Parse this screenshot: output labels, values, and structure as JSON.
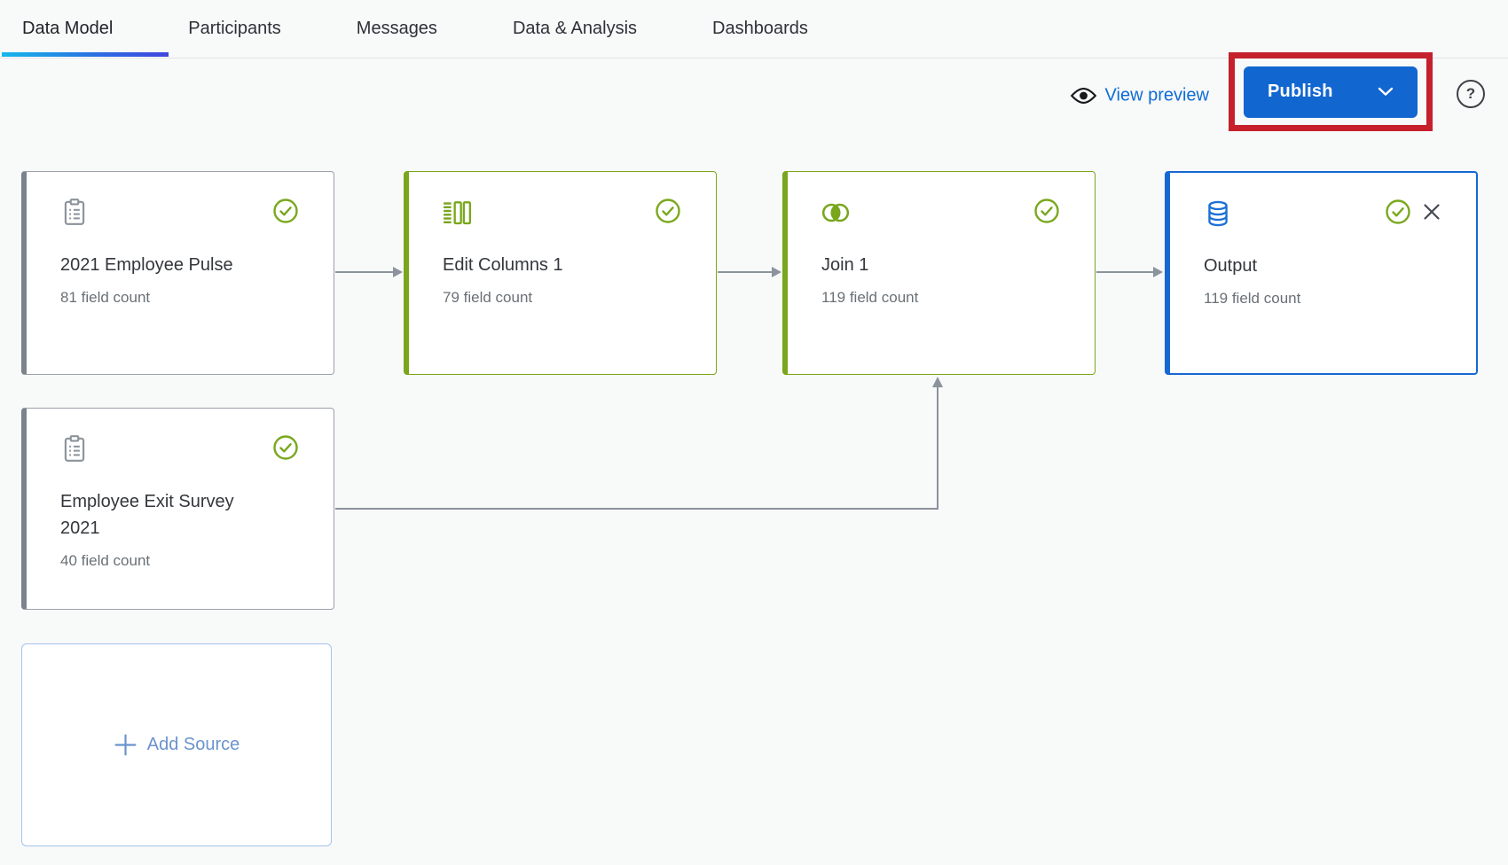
{
  "nav": {
    "tabs": [
      {
        "label": "Data Model",
        "active": true
      },
      {
        "label": "Participants",
        "active": false
      },
      {
        "label": "Messages",
        "active": false
      },
      {
        "label": "Data & Analysis",
        "active": false
      },
      {
        "label": "Dashboards",
        "active": false
      }
    ]
  },
  "toolbar": {
    "view_preview": "View preview",
    "publish": "Publish",
    "help": "?"
  },
  "canvas": {
    "nodes": [
      {
        "type": "survey-source",
        "title": "2021 Employee Pulse",
        "subtitle": "81 field count",
        "status": "complete"
      },
      {
        "type": "edit-columns",
        "title": "Edit Columns 1",
        "subtitle": "79 field count",
        "status": "complete"
      },
      {
        "type": "join",
        "title": "Join 1",
        "subtitle": "119 field count",
        "status": "complete"
      },
      {
        "type": "output",
        "title": "Output",
        "subtitle": "119 field count",
        "status": "complete",
        "closable": true
      },
      {
        "type": "survey-source",
        "title": "Employee Exit Survey 2021",
        "subtitle": "40 field count",
        "status": "complete"
      },
      {
        "type": "add-source",
        "label": "Add Source"
      }
    ]
  },
  "colors": {
    "green": "#79a61c",
    "blue": "#1166d0",
    "link_blue": "#0e6cd6",
    "annotation_red": "#c5202c",
    "gray_accent": "#7b838c",
    "connector": "#8b939c",
    "tab_underline_start": "#16b7ea",
    "tab_underline_end": "#4045dd"
  }
}
